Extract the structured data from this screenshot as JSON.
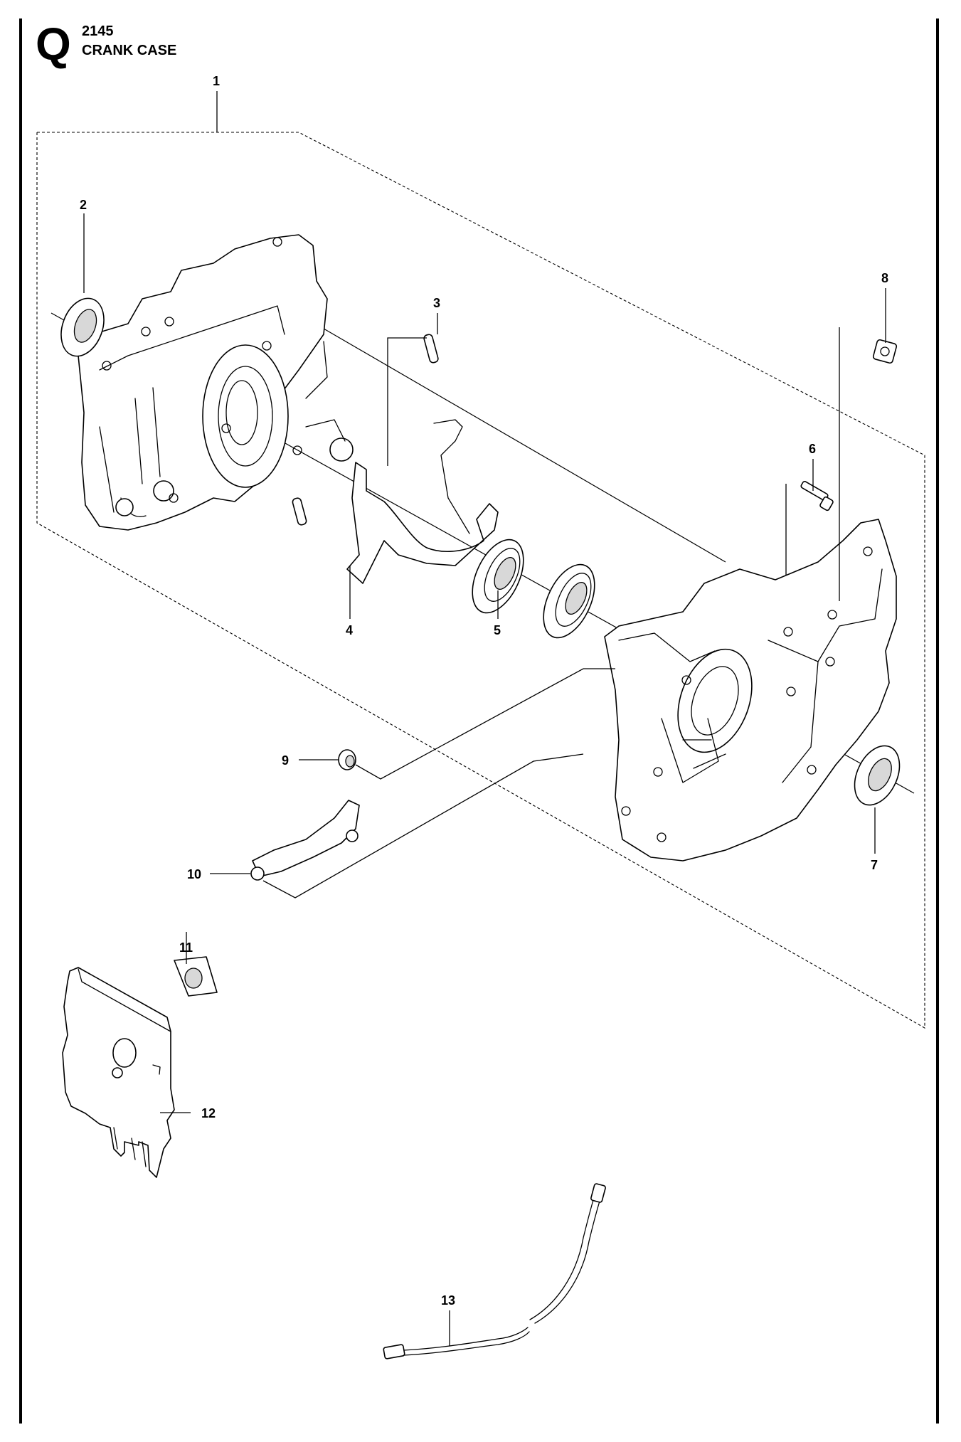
{
  "header": {
    "section_letter": "Q",
    "model_number": "2145",
    "section_title": "CRANK CASE"
  },
  "callouts": [
    "1",
    "2",
    "3",
    "4",
    "5",
    "6",
    "7",
    "8",
    "9",
    "10",
    "11",
    "12",
    "13"
  ]
}
